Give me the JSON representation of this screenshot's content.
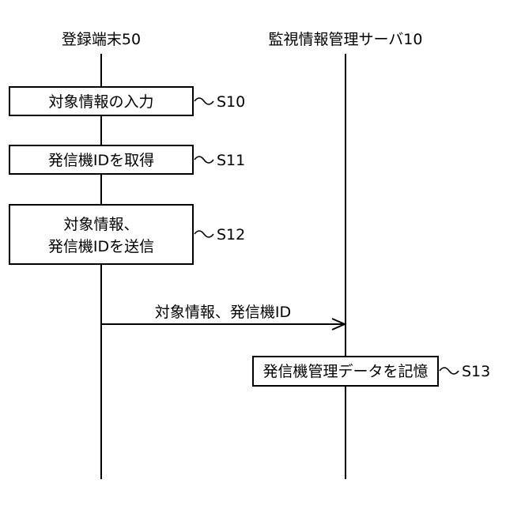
{
  "lifelines": {
    "terminal": "登録端末50",
    "server": "監視情報管理サーバ10"
  },
  "steps": {
    "s10": {
      "text": "対象情報の入力",
      "tag": "S10"
    },
    "s11": {
      "text": "発信機IDを取得",
      "tag": "S11"
    },
    "s12": {
      "line1": "対象情報、",
      "line2": "発信機IDを送信",
      "tag": "S12"
    },
    "s13": {
      "text": "発信機管理データを記憶",
      "tag": "S13"
    }
  },
  "message": {
    "label": "対象情報、発信機ID"
  }
}
